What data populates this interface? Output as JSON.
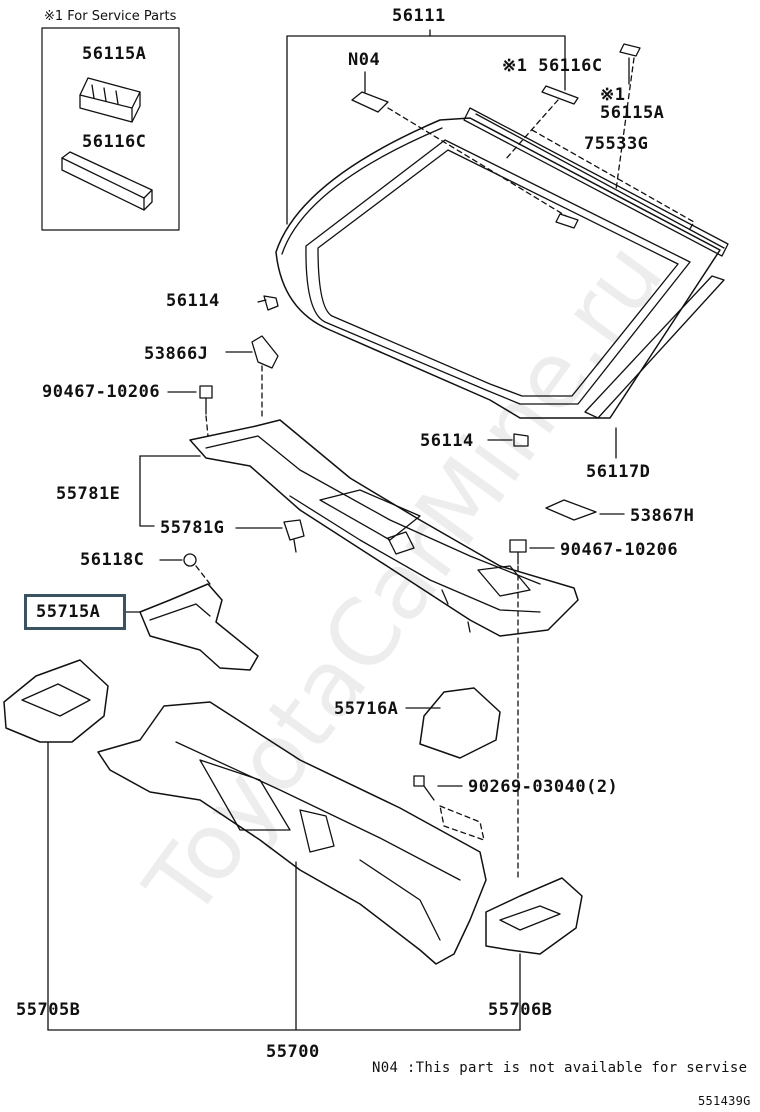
{
  "diagram": {
    "service_box_title": "※1 For Service Parts",
    "labels": {
      "p56111": "56111",
      "n04": "N04",
      "p56116c_top": "※1 56116C",
      "p56115a_right": "※1 56115A",
      "p56115a_box": "56115A",
      "p56116c_box": "56116C",
      "p75533g": "75533G",
      "p56114_a": "56114",
      "p53866j": "53866J",
      "p90467_a": "90467-10206",
      "p56114_b": "56114",
      "p56117d": "56117D",
      "p55781e": "55781E",
      "p55781g": "55781G",
      "p53867h": "53867H",
      "p56118c": "56118C",
      "p90467_b": "90467-10206",
      "p55715a": "55715A",
      "p55716a": "55716A",
      "p90269": "90269-03040(2)",
      "p55705b": "55705B",
      "p55706b": "55706B",
      "p55700": "55700"
    },
    "footnote": "N04 :This part is not available for servise",
    "diagram_code": "551439G",
    "watermark": "ToyotaCarMine.ru",
    "highlighted_part": "55715A"
  }
}
